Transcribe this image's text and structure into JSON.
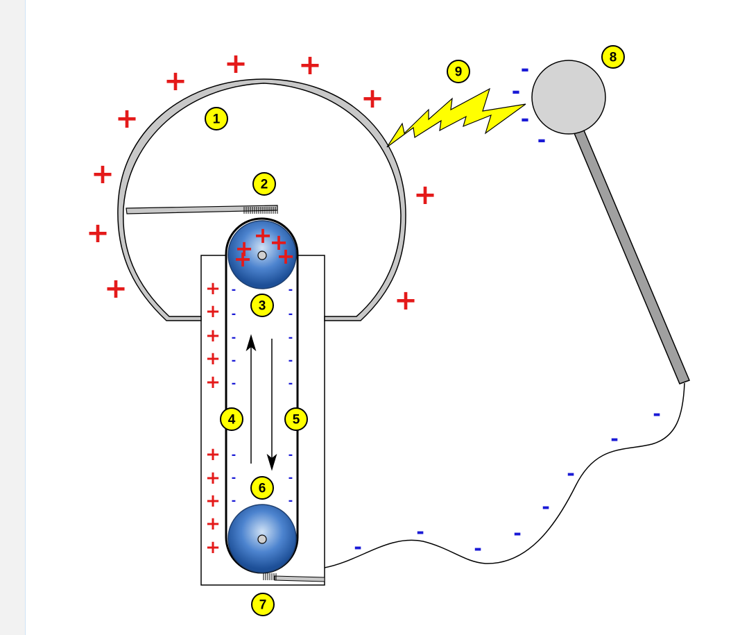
{
  "labels": [
    "1",
    "2",
    "3",
    "4",
    "5",
    "6",
    "7",
    "8",
    "9"
  ],
  "charge_symbols": {
    "positive": "+",
    "negative": "-"
  },
  "colors": {
    "positive_charge": "#e41a1a",
    "negative_charge": "#1a1ad6",
    "label_fill": "#ffff00",
    "dome": "#c8c8c8",
    "sphere": "#d4d4d4",
    "rod": "#a0a0a0",
    "spark": "#ffff00",
    "roller": "#3b73c6"
  },
  "icons": {
    "dome": "hollow-metal-dome",
    "upper_comb": "comb-brush",
    "lower_comb": "comb-brush",
    "upper_roller": "roller",
    "lower_roller": "roller",
    "belt": "belt",
    "spark": "lightning-bolt",
    "discharge_sphere": "sphere-electrode",
    "wire": "ground-wire",
    "motion": "arrows"
  }
}
